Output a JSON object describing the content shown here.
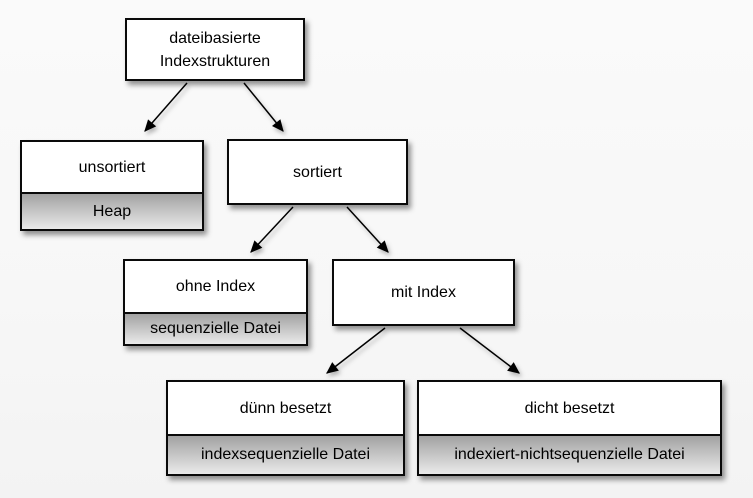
{
  "diagram": {
    "nodes": {
      "root": {
        "lines": [
          "dateibasierte",
          "Indexstrukturen"
        ]
      },
      "unsortiert": {
        "label": "unsortiert",
        "sublabel": "Heap"
      },
      "sortiert": {
        "label": "sortiert"
      },
      "ohne_index": {
        "label": "ohne Index",
        "sublabel": "sequenzielle Datei"
      },
      "mit_index": {
        "label": "mit Index"
      },
      "duenn_besetzt": {
        "label": "dünn besetzt",
        "sublabel": "indexsequenzielle Datei"
      },
      "dicht_besetzt": {
        "label": "dicht besetzt",
        "sublabel": "indexiert-nichtsequenzielle Datei"
      }
    },
    "edges": [
      {
        "from": "root",
        "to": "unsortiert"
      },
      {
        "from": "root",
        "to": "sortiert"
      },
      {
        "from": "sortiert",
        "to": "ohne_index"
      },
      {
        "from": "sortiert",
        "to": "mit_index"
      },
      {
        "from": "mit_index",
        "to": "duenn_besetzt"
      },
      {
        "from": "mit_index",
        "to": "dicht_besetzt"
      }
    ],
    "colors": {
      "background": "#f8f8f8",
      "node_fill": "#ffffff",
      "node_border": "#000000",
      "sub_gradient_top": "#a2a2a2",
      "sub_gradient_bottom": "#eaeaea",
      "arrow": "#000000"
    }
  }
}
